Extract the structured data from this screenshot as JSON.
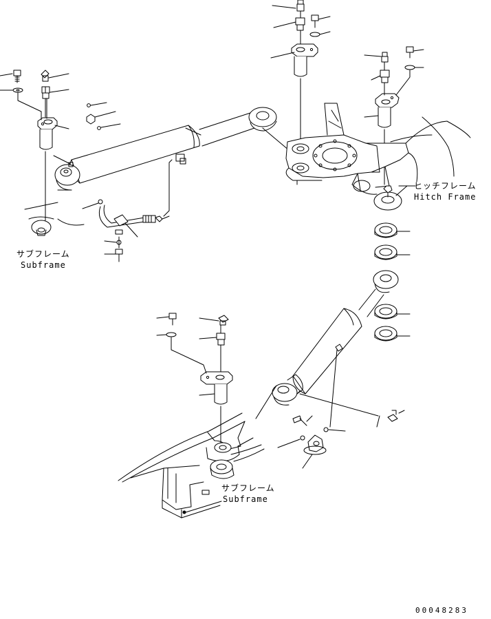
{
  "labels": {
    "subframe_upper_jp": "サブフレーム",
    "subframe_upper_en": "Subframe",
    "hitch_frame_jp": "ヒッチフレーム",
    "hitch_frame_en": "Hitch Frame",
    "subframe_lower_jp": "サブフレーム",
    "subframe_lower_en": "Subframe",
    "drawing_id": "00048283"
  },
  "colors": {
    "line": "#000000",
    "background": "#ffffff"
  }
}
